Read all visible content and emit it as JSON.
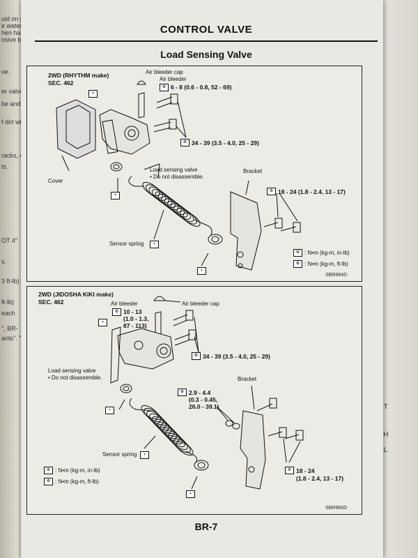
{
  "page": {
    "header": "CONTROL VALVE",
    "subtitle": "Load Sensing Valve",
    "page_number": "BR-7"
  },
  "left_page_fragments": [
    "uid on pa",
    "e water s",
    "hen hand",
    "osive brak",
    "ve.",
    "er valve by",
    "be and hos",
    "f dirt when",
    "racks, defo",
    "ts.",
    "OT 4\"",
    "s.",
    "3 ft-lb)",
    "ft-lb)",
    "each",
    "\", BR-",
    "ants\". \""
  ],
  "right_stack_fragments": [
    "BT",
    "TH",
    "EL"
  ],
  "panel1": {
    "title": "2WD (RHYTHM make)",
    "sec": "SEC. 462",
    "labels": {
      "air_bleeder_cap": "Air bleeder cap",
      "air_bleeder": "Air bleeder",
      "torque_bleeder": "6 - 8 (0.6 - 0.8, 52 - 69)",
      "torque_bolts": "34 - 39 (3.5 - 4.0, 25 - 29)",
      "cover": "Cover",
      "lsv": "Load sensing valve",
      "lsv_note": "• Do not disassemble.",
      "bracket": "Bracket",
      "torque_bracket": "18 - 24 (1.8 - 2.4, 13 - 17)",
      "sensor_spring": "Sensor spring",
      "legend1": ": N•m (kg-m, in-lb)",
      "legend2": ": N•m (kg-m, ft-lb)",
      "code": "SBR964D"
    }
  },
  "panel2": {
    "title": "2WD (JIDOSHA KIKI make)",
    "sec": "SEC. 462",
    "labels": {
      "air_bleeder": "Air bleeder",
      "torque_bleeder_1": "10 - 13",
      "torque_bleeder_2": "(1.0 - 1.3,",
      "torque_bleeder_3": "87 - 113)",
      "air_bleeder_cap": "Air bleeder cap",
      "torque_bolts": "34 - 39 (3.5 - 4.0, 25 - 29)",
      "lsv": "Load sensing valve",
      "lsv_note": "• Do not disassemble.",
      "bracket": "Bracket",
      "torque_nut_1": "2.9 - 4.4",
      "torque_nut_2": "(0.3 - 0.45,",
      "torque_nut_3": "26.0 - 39.1)",
      "sensor_spring": "Sensor spring",
      "torque_bracket_1": "18 - 24",
      "torque_bracket_2": "(1.8 - 2.4, 13 - 17)",
      "legend1": ": N•m (kg-m, in-lb)",
      "legend2": ": N•m (kg-m, ft-lb)",
      "code": "SBR965D"
    }
  }
}
